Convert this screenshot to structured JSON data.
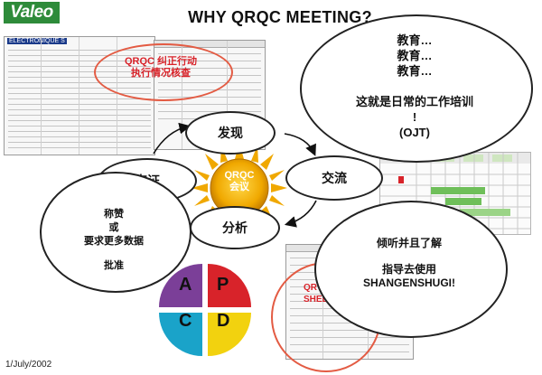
{
  "header": {
    "logo": "Valeo",
    "title": "WHY QRQC MEETING?",
    "doc_tag": "ELECTRONIQUE S"
  },
  "callouts": {
    "top_left": "QRQC 纠正行动\n执行情况核查",
    "sheet_partial": "QR\nSHEE"
  },
  "cycle": {
    "center": "QRQC\n会议",
    "steps": {
      "discover": "发现",
      "communicate": "交流",
      "analyze": "分析",
      "verify": "查证"
    }
  },
  "clouds": {
    "training": {
      "lines": [
        "教育…",
        "教育…",
        "教育…",
        "",
        "这就是日常的工作培训",
        "!",
        "(OJT)"
      ]
    },
    "praise": {
      "lines": [
        "称赞",
        "或",
        "要求更多数据",
        "",
        "批准"
      ]
    },
    "listen": {
      "lines": [
        "倾听并且了解",
        "",
        "指导去使用",
        "SHANGENSHUGI!"
      ]
    }
  },
  "pdca": {
    "quadrants": [
      {
        "letter": "A",
        "color": "#7b3f98"
      },
      {
        "letter": "P",
        "color": "#d8232a"
      },
      {
        "letter": "C",
        "color": "#1aa3c9"
      },
      {
        "letter": "D",
        "color": "#f2d20f"
      }
    ]
  },
  "colors": {
    "logo": "#2e8b3a",
    "accent_red": "#e35b43",
    "sun": "#f0a800"
  },
  "footer": {
    "date": "1/July/2002"
  }
}
